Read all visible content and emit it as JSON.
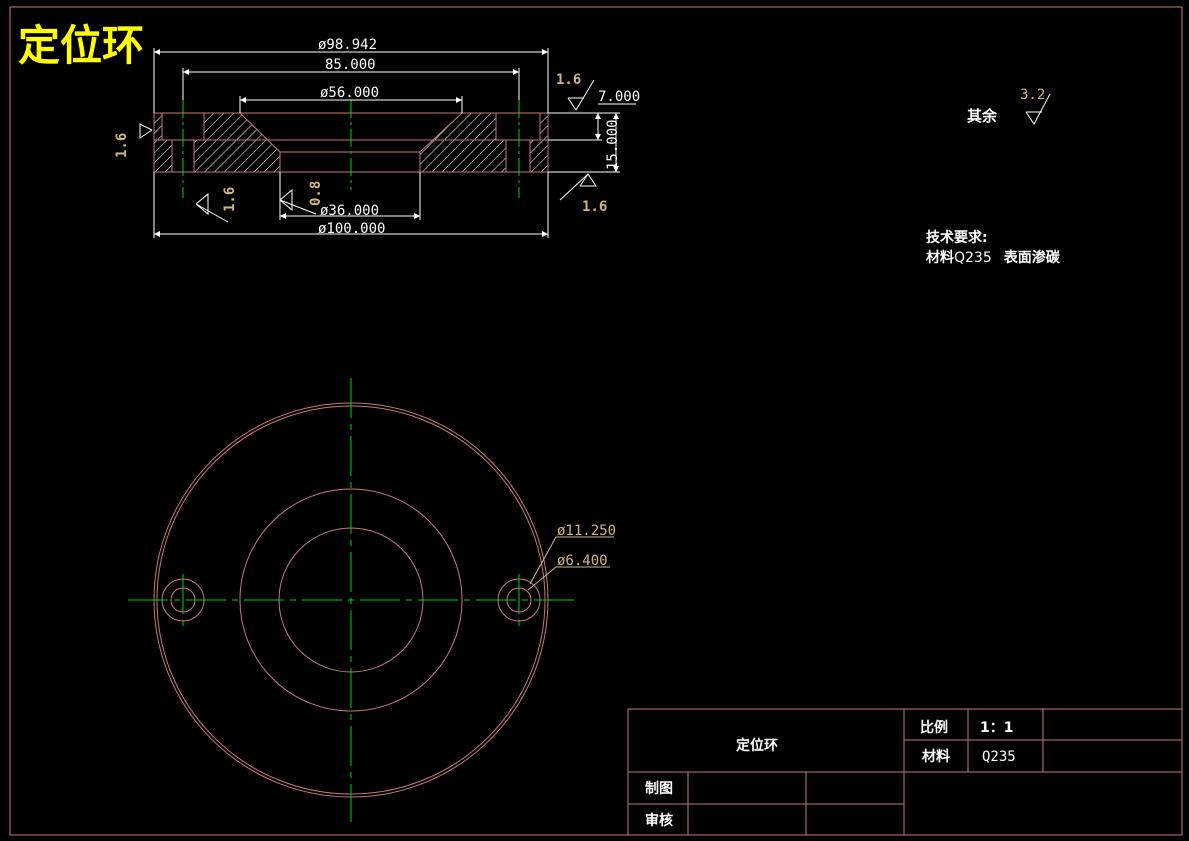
{
  "title": "定位环",
  "colors": {
    "background": "#000000",
    "outline": "#c87878",
    "center_line": "#00d000",
    "dimension": "#ffffff",
    "annotation": "#d4b483",
    "title_yellow": "#ffff00",
    "hatch": "#ffffff"
  },
  "section_view": {
    "dims": {
      "d98942": "ø98.942",
      "d85": "85.000",
      "d56": "ø56.000",
      "d36": "ø36.000",
      "d100": "ø100.000",
      "h7": "7.000",
      "h15": "15.000"
    },
    "roughness": {
      "top_right": "1.6",
      "left": "1.6",
      "bottom_left": "1.6",
      "bore": "0.8",
      "bottom_right": "1.6"
    }
  },
  "plan_view": {
    "dims": {
      "d11250": "ø11.250",
      "d6400": "ø6.400"
    }
  },
  "notes": {
    "remaining_label": "其余",
    "remaining_value": "3.2",
    "tech_req_title": "技术要求:",
    "material_line_prefix": "材料",
    "material_code": "Q235",
    "treatment": "表面渗碳"
  },
  "title_block": {
    "part_name": "定位环",
    "scale_label": "比例",
    "scale_value": "1：1",
    "material_label": "材料",
    "material_value": "Q235",
    "drawn_label": "制图",
    "checked_label": "审核"
  }
}
